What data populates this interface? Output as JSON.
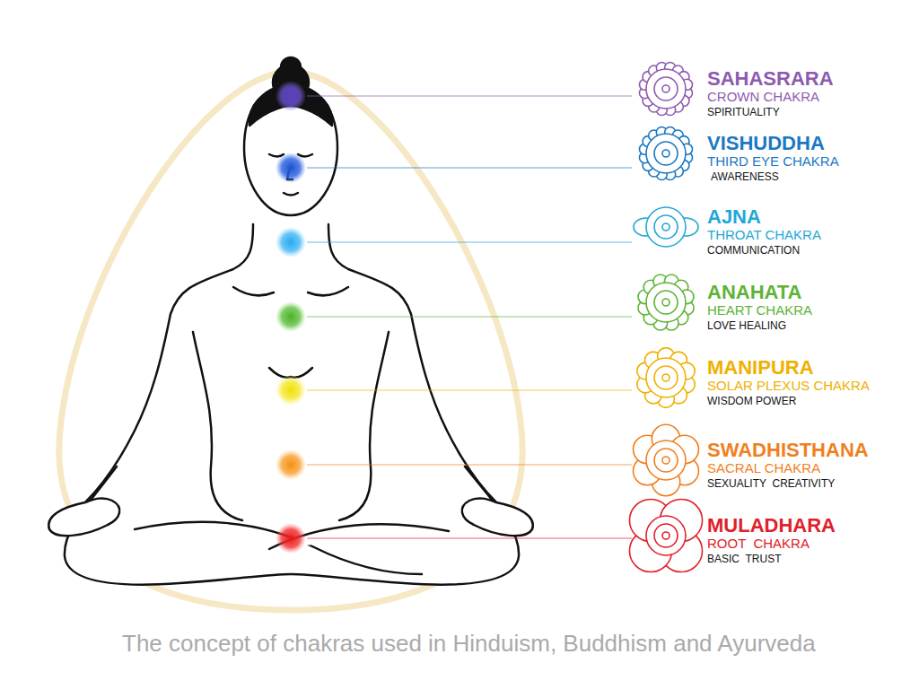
{
  "diagram": {
    "caption": "The concept of chakras used in Hinduism, Buddhism and Ayurveda",
    "labels": [
      "SAHASRARA",
      "CROWN CHAKRA",
      "SPIRITUALITY",
      "VISHUDDHA",
      "THIRD EYE CHAKRA",
      "AWARENESS",
      "AJNA",
      "THROAT CHAKRA",
      "COMMUNICATION",
      "ANAHATA",
      "HEART CHAKRA",
      "LOVE HEALING",
      "MANIPURA",
      "SOLAR PLEXUS CHAKRA",
      "WISDOM POWER",
      "SWADHISTHANA",
      "SACRAL CHAKRA",
      "SEXUALITY  CREATIVITY",
      "MULADHARA",
      "ROOT  CHAKRA",
      "BASIC  TRUST"
    ]
  }
}
